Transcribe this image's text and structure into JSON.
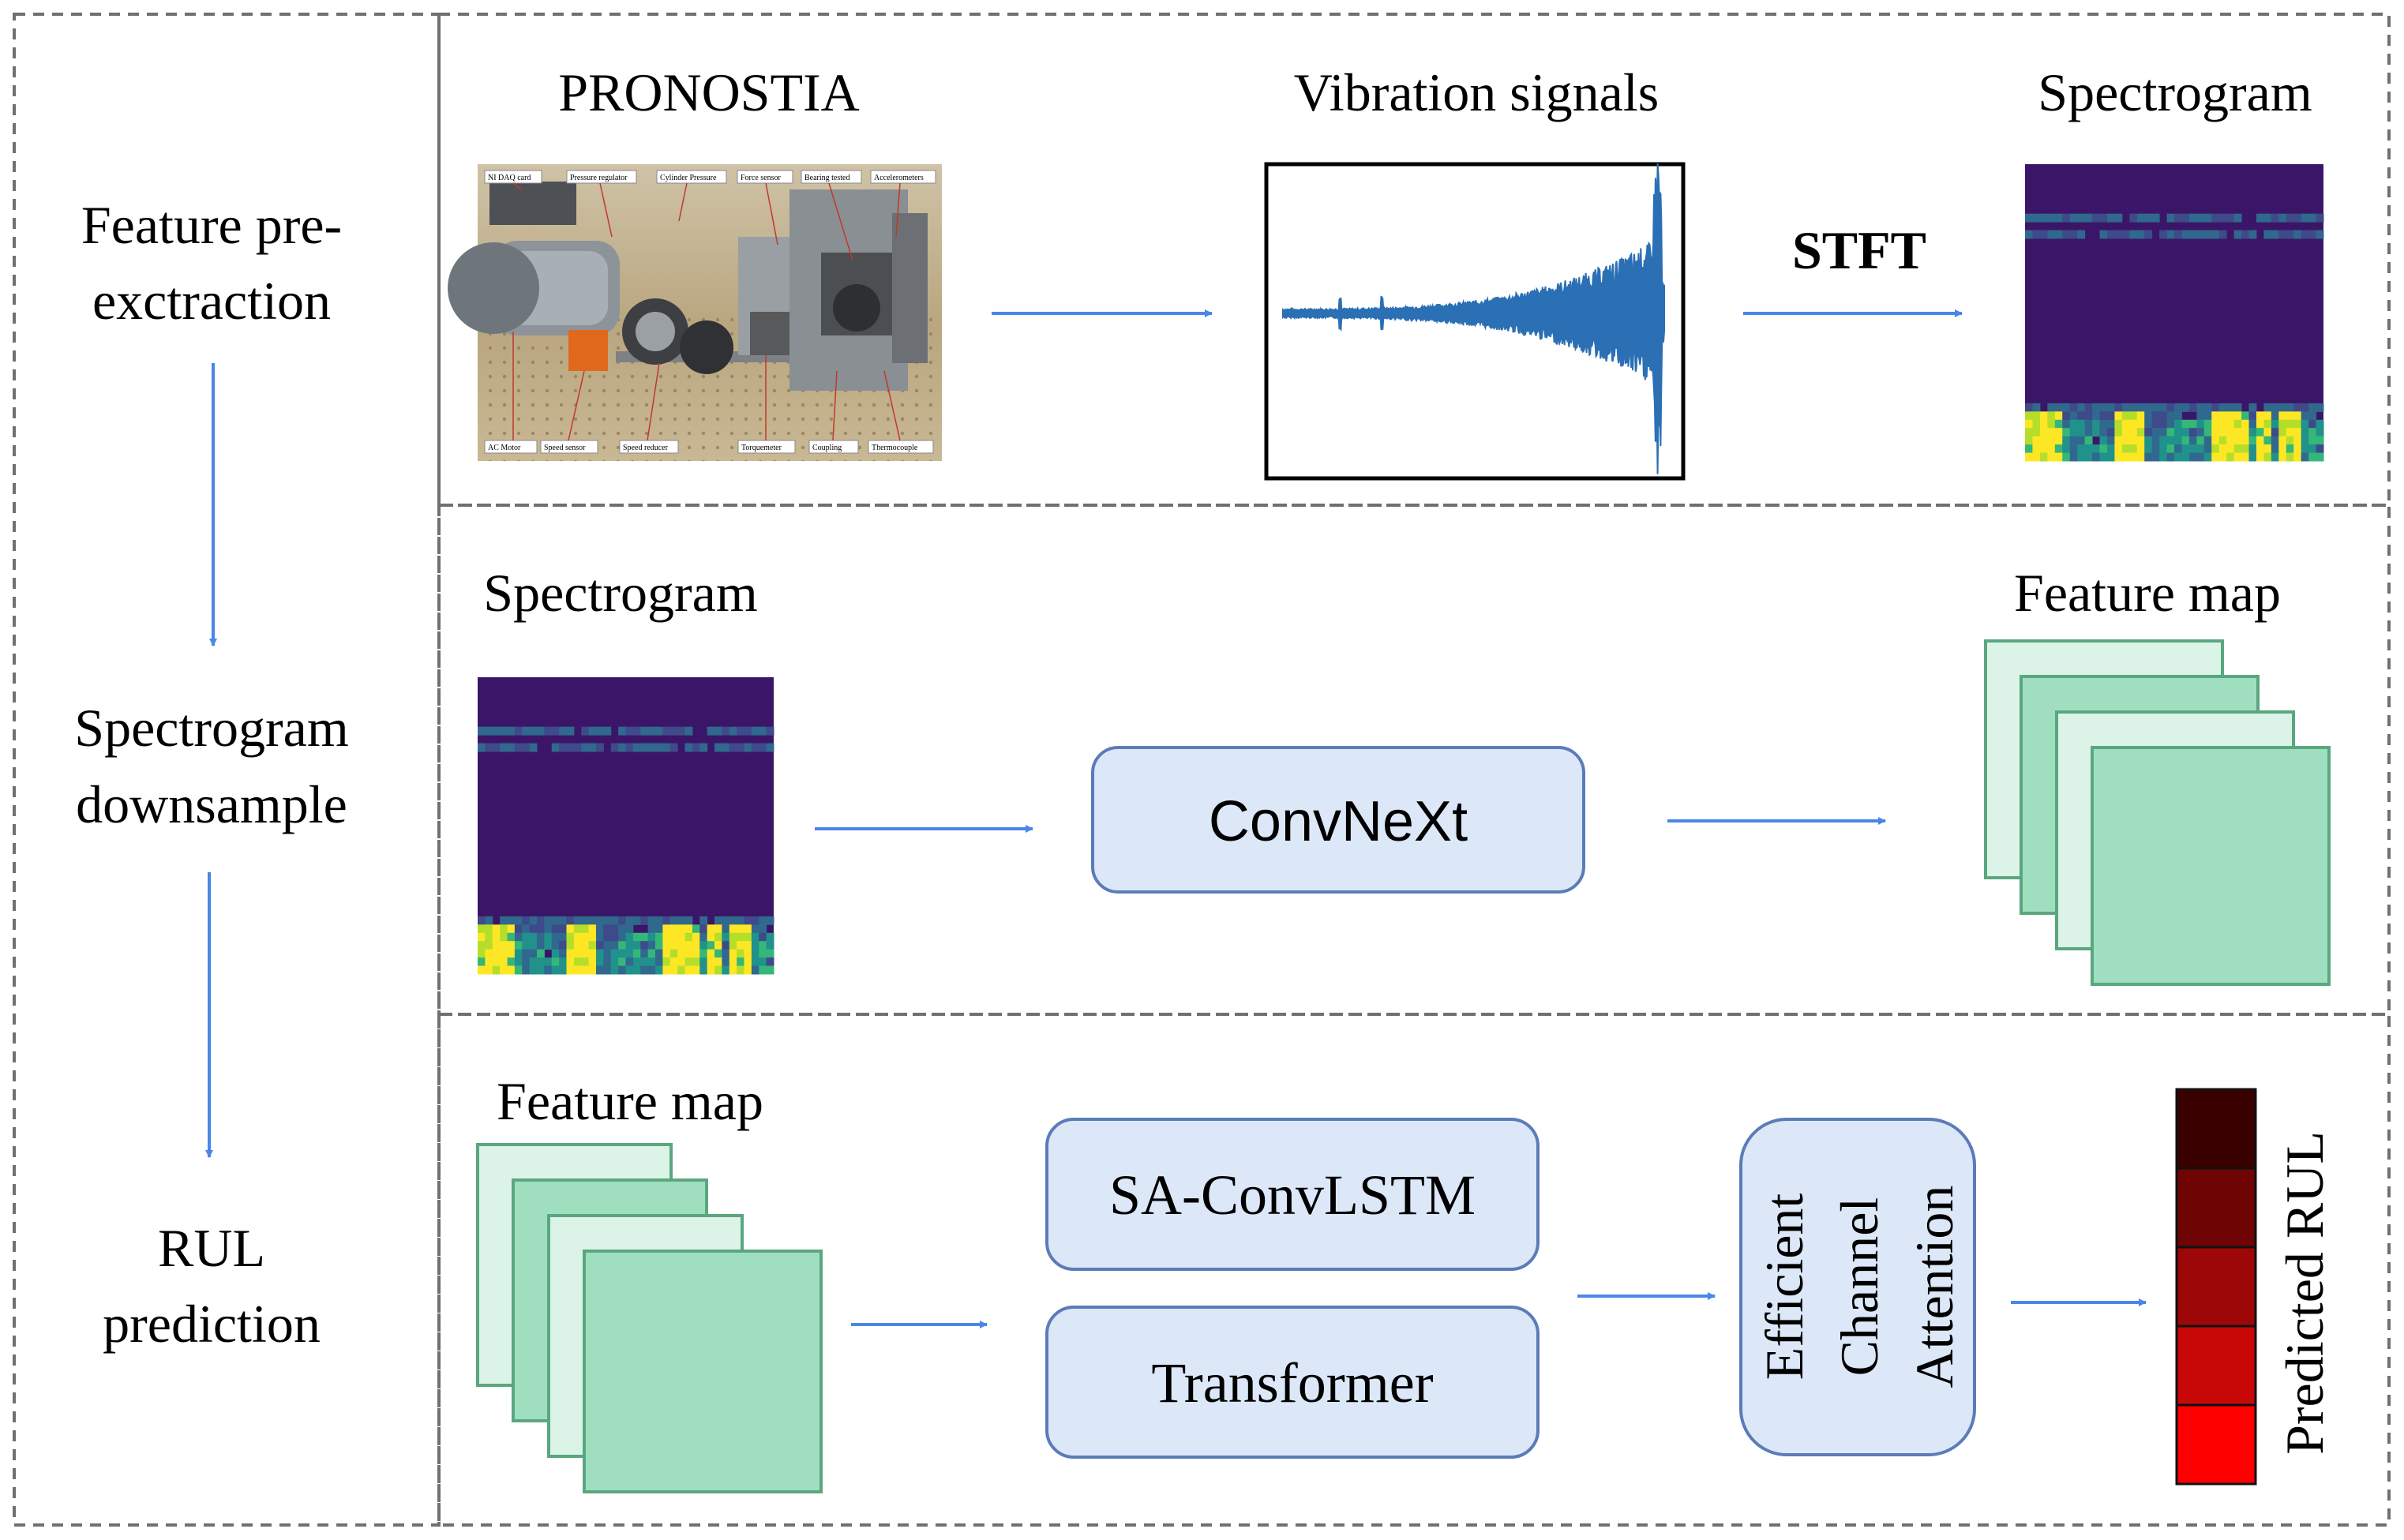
{
  "stages": {
    "pre": [
      "Feature pre-",
      "exctraction"
    ],
    "down": [
      "Spectrogram",
      "downsample"
    ],
    "rul": [
      "RUL",
      "prediction"
    ]
  },
  "row1": {
    "pronostia": "PRONOSTIA",
    "vibration": "Vibration signals",
    "spectrogram": "Spectrogram",
    "stft": "STFT",
    "photo_labels": {
      "top": [
        "NI DAQ card",
        "Pressure regulator",
        "Cylinder Pressure",
        "Force sensor",
        "Bearing tested",
        "Accelerometers"
      ],
      "bottom": [
        "AC Motor",
        "Speed sensor",
        "Speed reducer",
        "Torquemeter",
        "Coupling",
        "Thermocouple"
      ]
    }
  },
  "row2": {
    "spectrogram": "Spectrogram",
    "convnext": "ConvNeXt",
    "feature_map": "Feature map"
  },
  "row3": {
    "feature_map": "Feature map",
    "sa_convlstm": "SA-ConvLSTM",
    "transformer": "Transformer",
    "eca": [
      "Efficient",
      "Channel",
      "Attention"
    ],
    "predicted_rul": "Predicted RUL",
    "rul_colors": [
      "#3a0000",
      "#6e0404",
      "#9d0707",
      "#c80707",
      "#ff0000"
    ]
  },
  "colors": {
    "arrow": "#4a86e8",
    "box_fill": "#dce7f8",
    "box_stroke": "#5b7cb8",
    "map_fill": "#9fdfc0",
    "map_fill_light": "#dcf3e8",
    "map_stroke": "#5aa77f",
    "spec_bg": "#3b1668"
  }
}
